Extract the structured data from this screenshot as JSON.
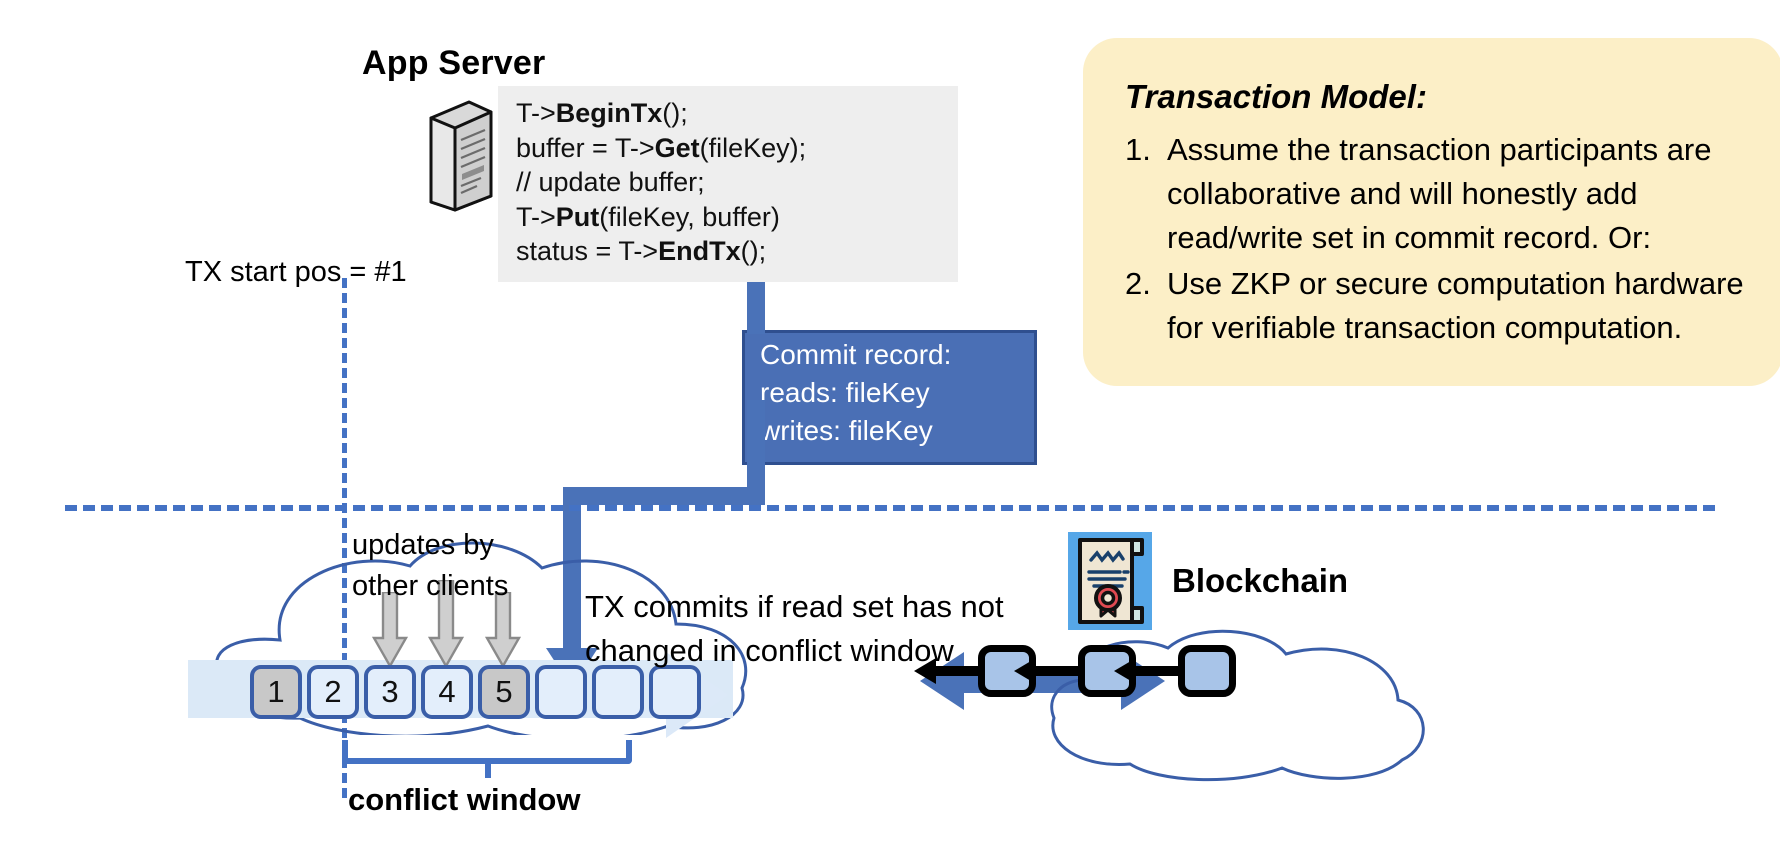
{
  "app_server": {
    "title": "App Server",
    "icon": "server-tower-icon",
    "code_lines": [
      {
        "pre": "T->",
        "bold": "BeginTx",
        "post": "();"
      },
      {
        "pre": "buffer = T->",
        "bold": "Get",
        "post": "(fileKey);"
      },
      {
        "pre": "// update buffer;",
        "bold": "",
        "post": ""
      },
      {
        "pre": "T->",
        "bold": "Put",
        "post": "(fileKey, buffer)"
      },
      {
        "pre": "status = T->",
        "bold": "EndTx",
        "post": "();"
      }
    ]
  },
  "tx_start": {
    "label": "TX start pos = #1"
  },
  "commit_record": {
    "lines": [
      "Commit record:",
      "reads: fileKey",
      "writes: fileKey"
    ],
    "fill_color": "#4a6fb5",
    "border_color": "#2f4f8f",
    "text_color": "#ffffff"
  },
  "transaction_model": {
    "title": "Transaction Model:",
    "panel_color": "#fcefc7",
    "items": [
      {
        "num": "1.",
        "text": "Assume the transaction participants are collaborative and will honestly add read/write set in commit record.  Or:"
      },
      {
        "num": "2.",
        "text": "Use ZKP or secure computation hardware for verifiable transaction computation."
      }
    ]
  },
  "log": {
    "updates_label": "updates by\nother clients",
    "updates_label_line1": "updates by",
    "updates_label_line2": "other clients",
    "commits_note_line1": "TX commits if read set has not",
    "commits_note_line2": "changed in conflict window",
    "conflict_window_label": "conflict window",
    "entries": [
      {
        "label": "1",
        "state": "filled"
      },
      {
        "label": "2",
        "state": "empty"
      },
      {
        "label": "3",
        "state": "empty"
      },
      {
        "label": "4",
        "state": "empty"
      },
      {
        "label": "5",
        "state": "filled"
      },
      {
        "label": "",
        "state": "empty"
      },
      {
        "label": "",
        "state": "empty"
      },
      {
        "label": "",
        "state": "empty"
      }
    ],
    "accent_color": "#4472c4",
    "box_border_color": "#3a5ea8",
    "filled_color": "#c8c8c8",
    "empty_color": "#e3eefb"
  },
  "blockchain": {
    "label": "Blockchain",
    "icon": "certificate-contract-icon",
    "blocks": 3,
    "block_color": "#a8c4e8",
    "link_arrow_direction": "left"
  }
}
